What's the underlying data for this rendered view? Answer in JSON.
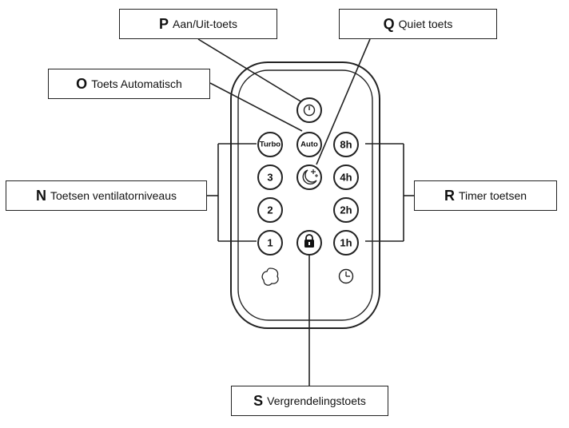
{
  "labels": {
    "P": {
      "letter": "P",
      "text": "Aan/Uit-toets"
    },
    "Q": {
      "letter": "Q",
      "text": "Quiet toets"
    },
    "O": {
      "letter": "O",
      "text": "Toets Automatisch"
    },
    "N": {
      "letter": "N",
      "text": "Toetsen ventilatorniveaus"
    },
    "R": {
      "letter": "R",
      "text": "Timer toetsen"
    },
    "S": {
      "letter": "S",
      "text": "Vergrendelingstoets"
    }
  },
  "remote": {
    "buttons": {
      "turbo": "Turbo",
      "auto": "Auto",
      "fan3": "3",
      "fan2": "2",
      "fan1": "1",
      "timer8h": "8h",
      "timer4h": "4h",
      "timer2h": "2h",
      "timer1h": "1h"
    },
    "icons": [
      "power-icon",
      "moon-stars-icon",
      "lock-icon",
      "fan-icon",
      "clock-icon"
    ]
  }
}
